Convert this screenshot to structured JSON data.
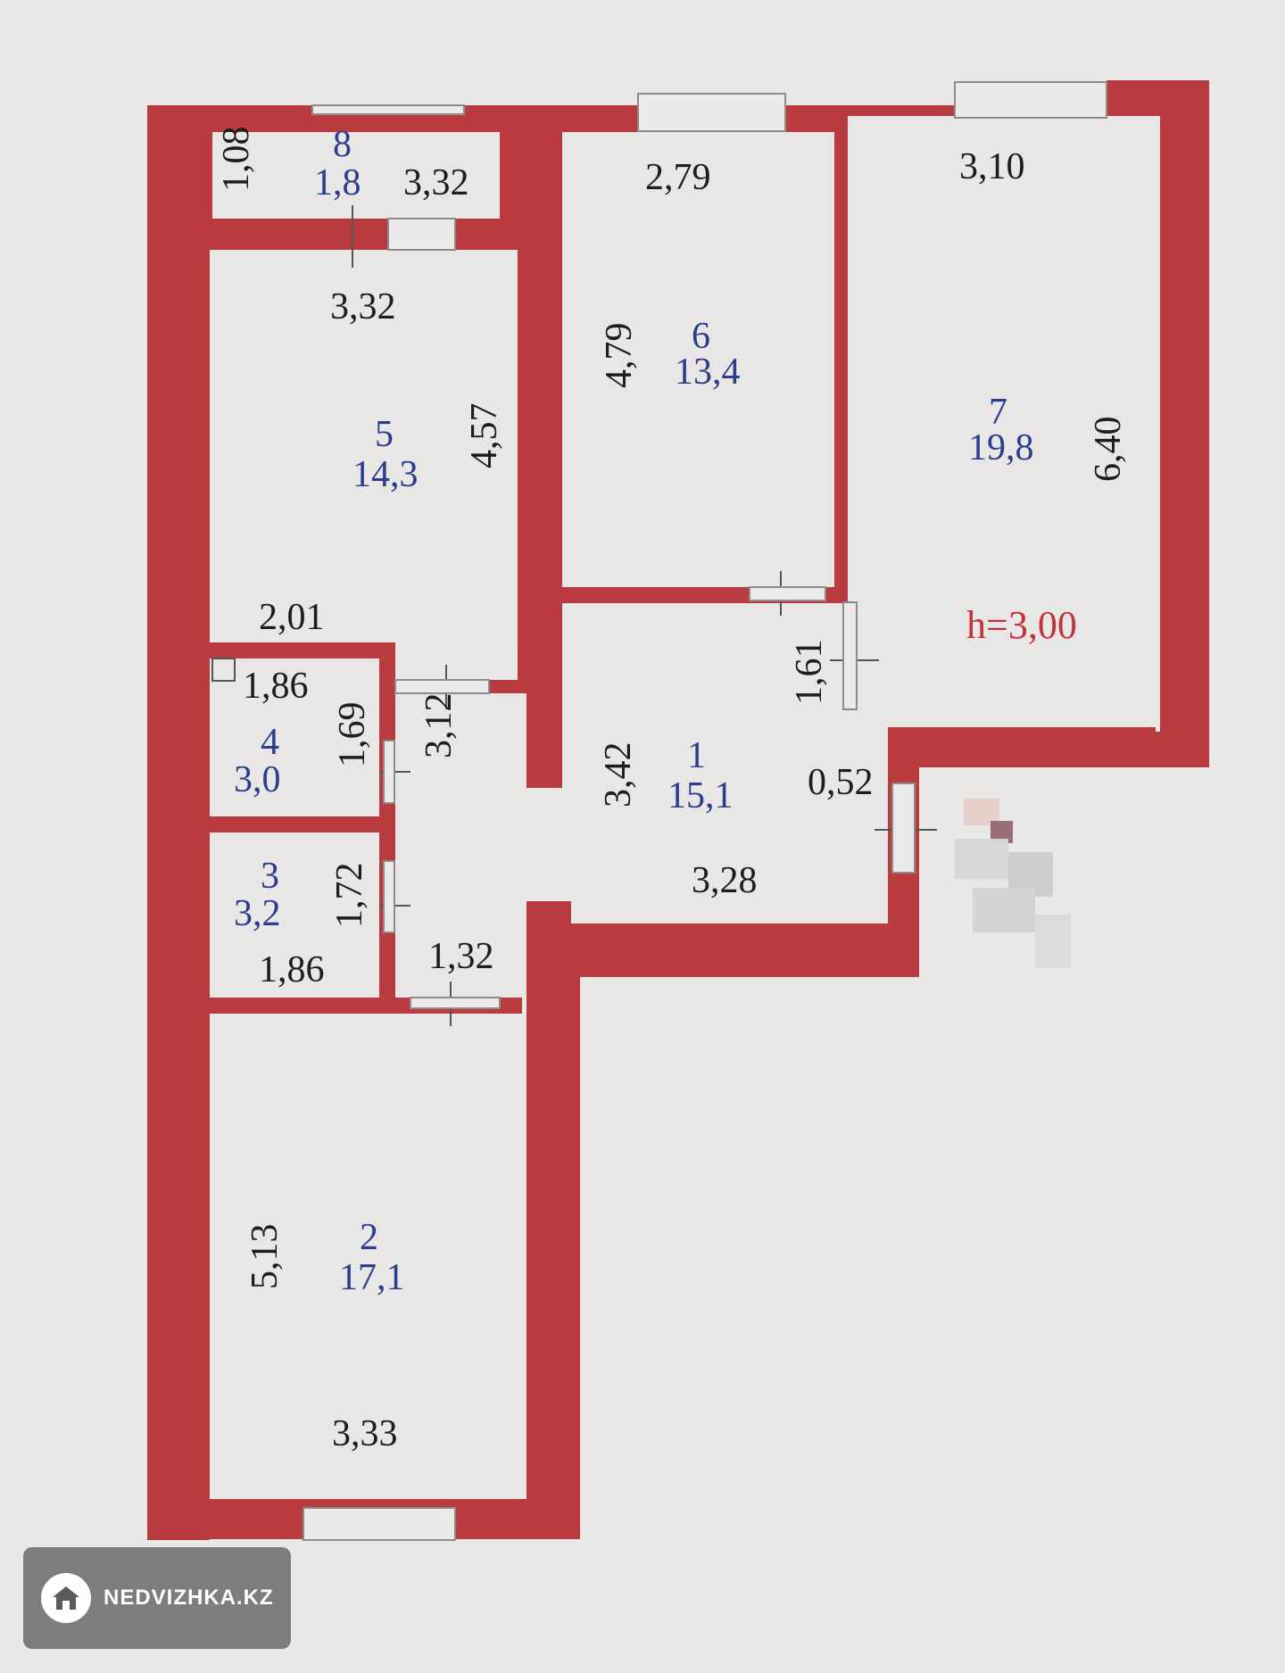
{
  "rooms": [
    {
      "id": "1",
      "number": "1",
      "area": "15,1"
    },
    {
      "id": "2",
      "number": "2",
      "area": "17,1"
    },
    {
      "id": "3",
      "number": "3",
      "area": "3,2"
    },
    {
      "id": "4",
      "number": "4",
      "area": "3,0"
    },
    {
      "id": "5",
      "number": "5",
      "area": "14,3"
    },
    {
      "id": "6",
      "number": "6",
      "area": "13,4"
    },
    {
      "id": "7",
      "number": "7",
      "area": "19,8"
    },
    {
      "id": "8",
      "number": "8",
      "area": "1,8"
    }
  ],
  "dimensions": {
    "r8_height": "1,08",
    "r8_width": "3,32",
    "r5_top": "3,32",
    "r5_side": "4,57",
    "r5_bottom": "2,01",
    "r6_top": "2,79",
    "r6_side": "4,79",
    "r7_top": "3,10",
    "r7_side": "6,40",
    "r4_top": "1,86",
    "r4_side": "1,69",
    "r3_side": "1,72",
    "r3_bottom": "1,86",
    "corridor_side": "3,12",
    "corridor_bottom": "1,32",
    "r1_side": "3,42",
    "r1_bottom": "3,28",
    "r1_door_side": "1,61",
    "r1_entry": "0,52",
    "r2_side": "5,13",
    "r2_bottom": "3,33"
  },
  "ceiling_height": "h=3,00",
  "watermark": {
    "text": "NEDVIZHKA.KZ",
    "icon": "house-icon"
  },
  "colors": {
    "wall": "#b93b3f",
    "room_number": "#2a3d8f",
    "height_label": "#c2343c"
  }
}
